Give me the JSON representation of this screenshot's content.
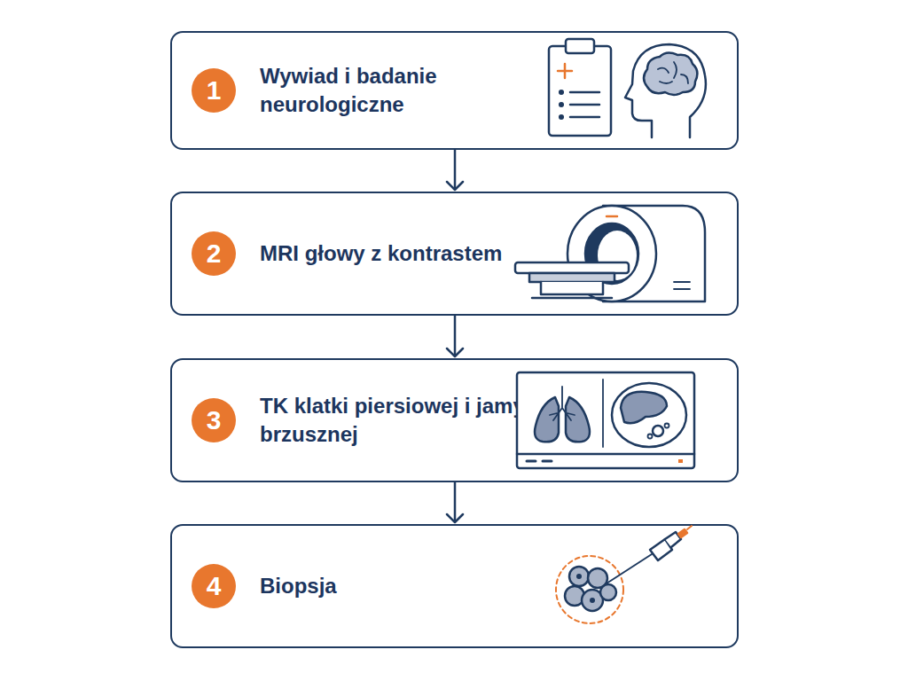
{
  "diagram": {
    "nodes": [
      {
        "text": [
          "Wywiad i badanie neurologiczne"
        ]
      },
      {
        "text": [
          "1"
        ],
        "in": 0
      },
      {
        "text": [
          "MRI głowy z kontrastem"
        ]
      },
      {
        "text": [
          "2"
        ],
        "in": 2
      },
      {
        "text": [
          "TK klatki piersiowej i jamy brzusznej"
        ]
      },
      {
        "text": [
          "3"
        ],
        "in": 4
      },
      {
        "text": [
          "Biopsja"
        ]
      },
      {
        "text": [
          "4"
        ],
        "in": 6
      }
    ],
    "edges": [
      {
        "from": 0,
        "to": 2,
        "arrow": "to"
      },
      {
        "from": 2,
        "to": 4,
        "arrow": "to"
      },
      {
        "from": 4,
        "to": 6,
        "arrow": "to"
      }
    ]
  }
}
